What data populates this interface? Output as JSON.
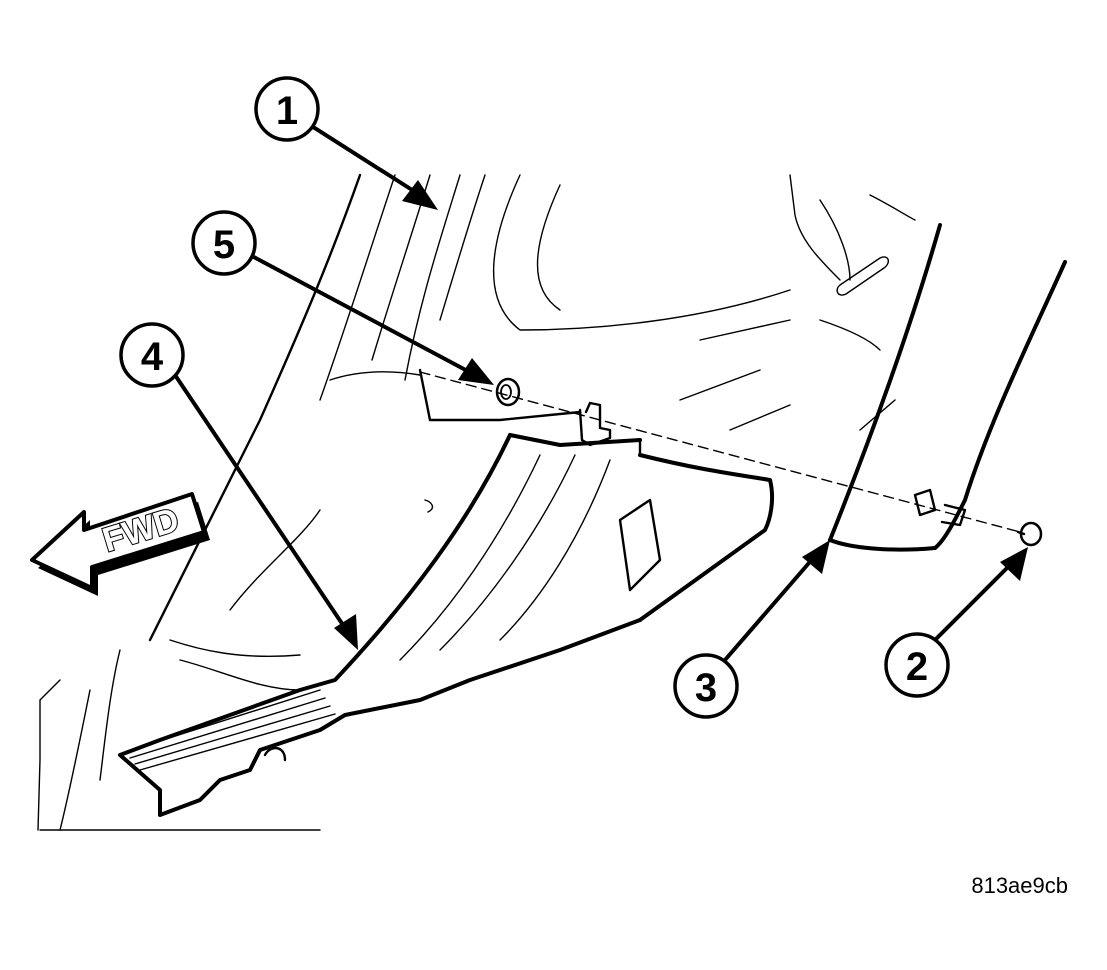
{
  "callouts": [
    {
      "id": "1",
      "label": "1"
    },
    {
      "id": "2",
      "label": "2"
    },
    {
      "id": "3",
      "label": "3"
    },
    {
      "id": "4",
      "label": "4"
    },
    {
      "id": "5",
      "label": "5"
    }
  ],
  "direction_arrow": {
    "label": "FWD"
  },
  "figure_code": "813ae9cb"
}
